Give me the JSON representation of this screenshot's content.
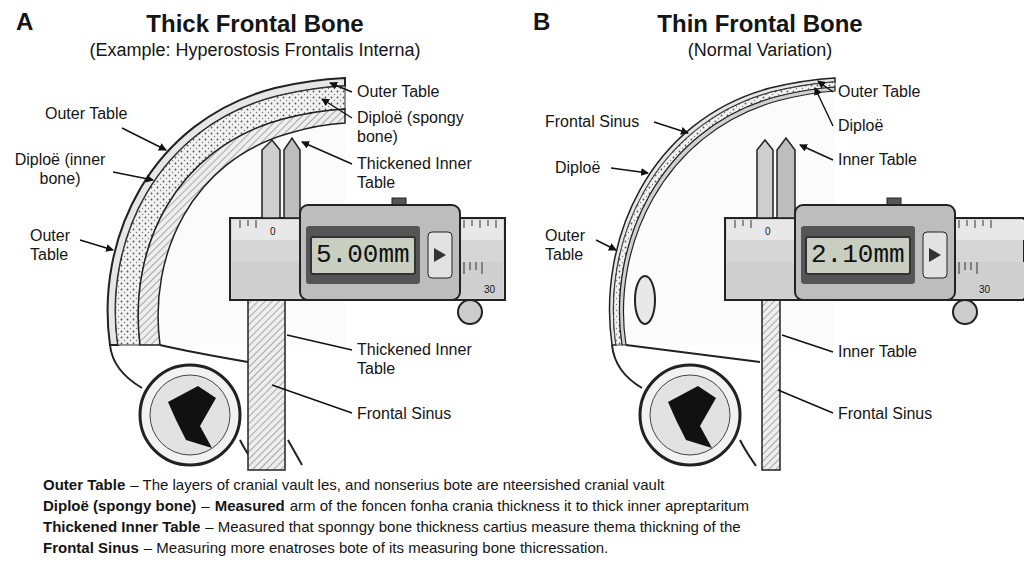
{
  "diagram": {
    "nodes": [
      {
        "text": [
          "5.00mm"
        ]
      },
      {
        "text": [
          "2.10mm"
        ]
      }
    ],
    "labels": [
      "A",
      "Thick Frontal Bone",
      "(Example: Hyperostosis Frontalis Interna)",
      "B",
      "Thin Frontal Bone",
      "(Normal Variation)",
      "Outer Table",
      "Outer Table",
      "Diploë (spongy bone)",
      "Diploë (inner bone)",
      "Thickened Inner Table",
      "Outer Table",
      "0",
      "30",
      "Thickened Inner Table",
      "Frontal Sinus",
      "Outer Table",
      "Frontal Sinus",
      "Diploë",
      "Diploë",
      "Inner Table",
      "Outer Table",
      "0",
      "30",
      "Inner Table",
      "Frontal Sinus",
      "Outer Table",
      "– The layers of cranial vault les, and nonserius bote are nteersished cranial vault",
      "Diploë (spongy bone)",
      "–",
      "Measured",
      "arm of the foncen fonha crania thickness it to thick inner apreptaritum",
      "Thickened Inner Table",
      "– Measured that sponngy bone thickness cartius measure thema thickning of the",
      "Frontal Sinus",
      "– Measuring more enatroses bote of its measuring bone thicressation."
    ]
  }
}
